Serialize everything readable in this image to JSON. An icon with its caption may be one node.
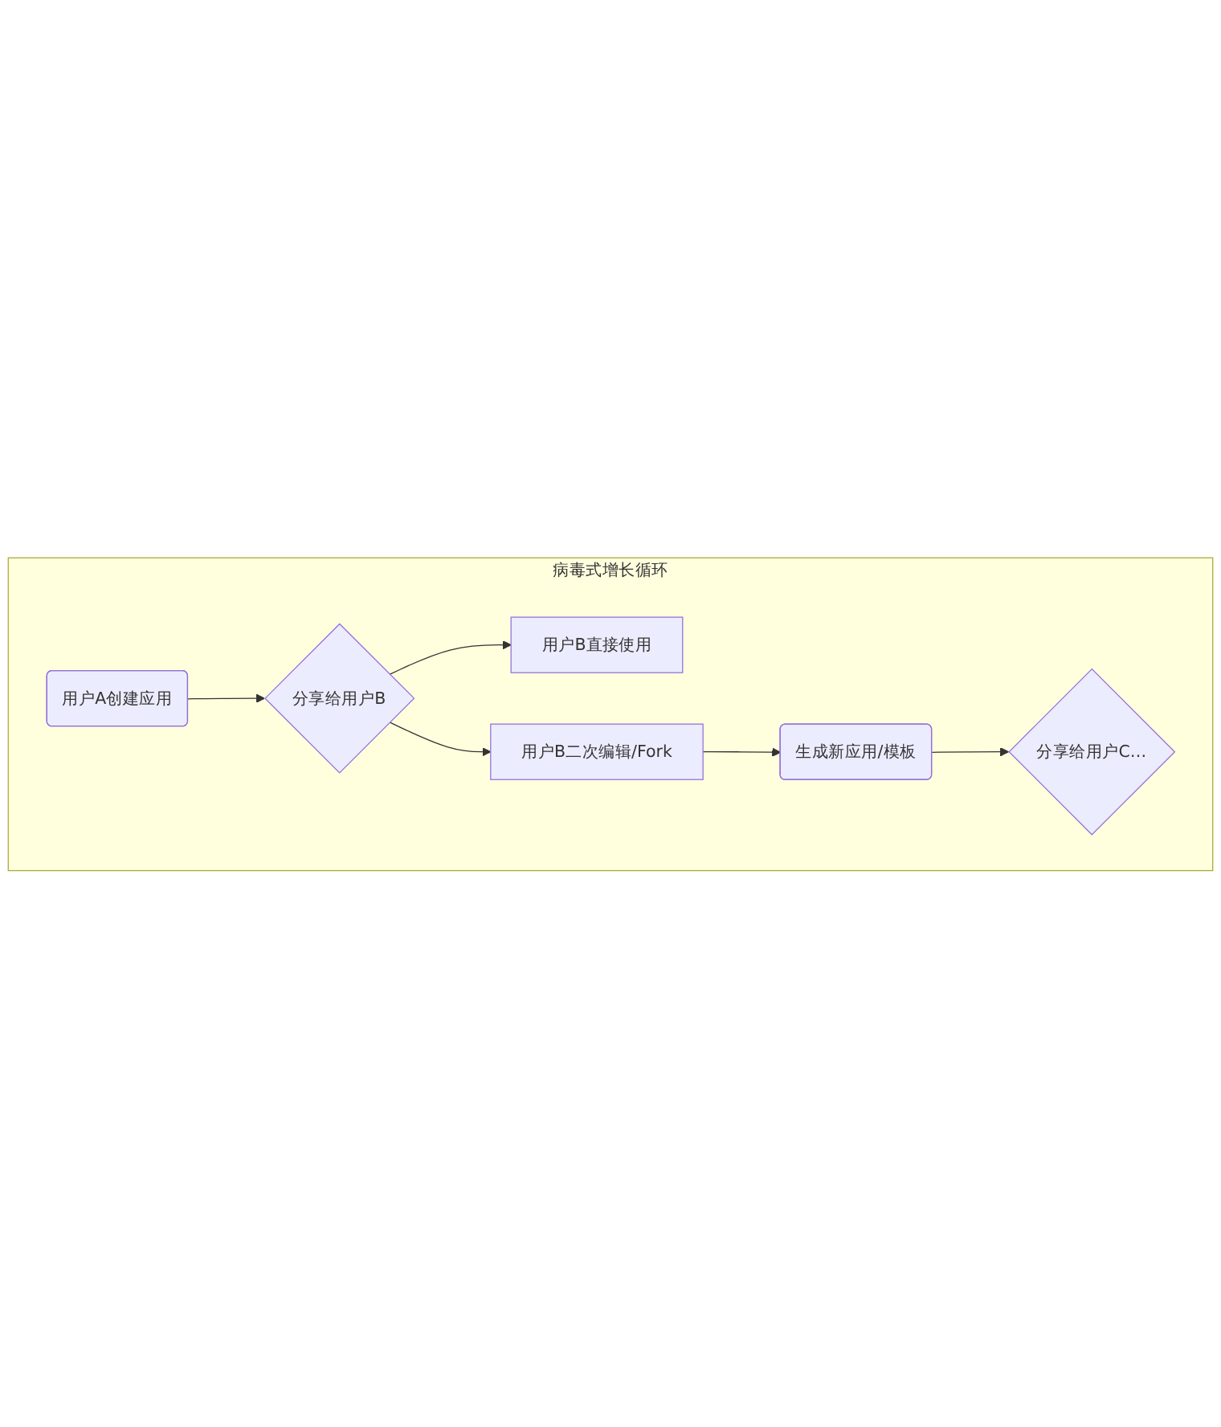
{
  "diagram": {
    "nodes": [
      {
        "text": [
          "病毒式增长循环"
        ]
      },
      {
        "text": [
          "用户A创建应用"
        ],
        "in": 0
      },
      {
        "text": [
          "分享给用户B"
        ],
        "in": 0
      },
      {
        "text": [
          "用户B直接使用"
        ],
        "in": 0
      },
      {
        "text": [
          "用户B二次编辑/Fork"
        ],
        "in": 0
      },
      {
        "text": [
          "生成新应用/模板"
        ],
        "in": 0
      },
      {
        "text": [
          "分享给用户C…"
        ],
        "in": 0
      }
    ],
    "edges": [
      {
        "from": 1,
        "to": 2,
        "arrow": "to"
      },
      {
        "from": 2,
        "to": 3,
        "arrow": "to"
      },
      {
        "from": 2,
        "to": 4,
        "arrow": "to"
      },
      {
        "from": 4,
        "to": 5,
        "arrow": "to"
      },
      {
        "from": 5,
        "to": 6,
        "arrow": "to"
      }
    ]
  }
}
